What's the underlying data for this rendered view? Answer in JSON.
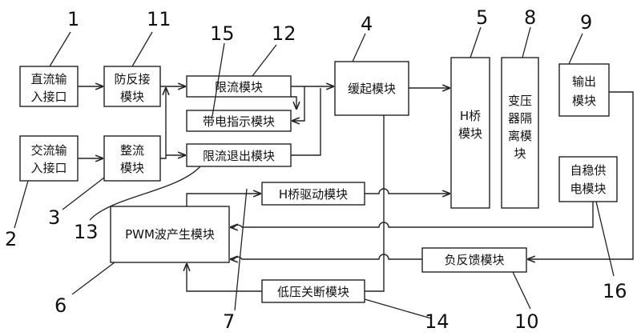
{
  "modules": {
    "dc_input": [
      "直流输",
      "入接口"
    ],
    "anti_reverse": [
      "防反接",
      "模块"
    ],
    "current_limit": "限流模块",
    "live_indicator": "带电指示模块",
    "soft_start": "缓起模块",
    "h_bridge": [
      "H桥",
      "模块"
    ],
    "transformer": [
      "变压",
      "器隔",
      "离模",
      "块"
    ],
    "output": [
      "输出",
      "模块"
    ],
    "ac_input": [
      "交流输",
      "入接口"
    ],
    "rectifier": [
      "整流",
      "模块"
    ],
    "limit_exit": "限流退出模块",
    "self_supply": [
      "自稳供",
      "电模块"
    ],
    "h_bridge_driver": "H桥驱动模块",
    "pwm_generator": "PWM波产生模块",
    "negative_feedback": "负反馈模块",
    "undervoltage_cutoff": "低压关断模块"
  },
  "reference_numbers": [
    "1",
    "11",
    "15",
    "12",
    "4",
    "5",
    "8",
    "9",
    "2",
    "3",
    "13",
    "6",
    "7",
    "14",
    "10",
    "16"
  ]
}
